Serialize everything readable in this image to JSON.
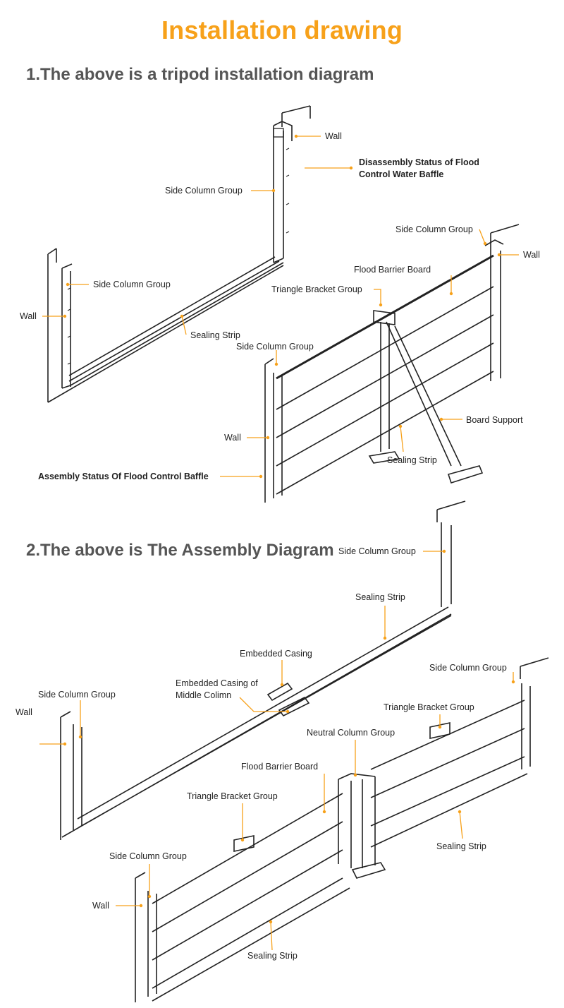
{
  "title": "Installation drawing",
  "sections": [
    {
      "heading": "1.The above is a tripod installation diagram"
    },
    {
      "heading": "2.The above is The Assembly Diagram"
    }
  ],
  "accent_color": "#f7a11a",
  "diagram1": {
    "labels": {
      "wall_top": "Wall",
      "disassembly_status": "Disassembly Status of Flood Control Water Baffle",
      "side_column_a": "Side Column Group",
      "side_column_b": "Side Column Group",
      "wall_left": "Wall",
      "sealing_strip_a": "Sealing Strip",
      "side_column_c": "Side Column Group",
      "wall_right": "Wall",
      "flood_barrier_board": "Flood Barrier Board",
      "triangle_bracket": "Triangle Bracket Group",
      "side_column_d": "Side Column Group",
      "board_support": "Board Support",
      "wall_bottom": "Wall",
      "sealing_strip_b": "Sealing Strip",
      "assembly_status": "Assembly Status Of Flood Control Baffle"
    }
  },
  "diagram2": {
    "labels": {
      "side_column_top": "Side Column Group",
      "sealing_strip_top": "Sealing Strip",
      "embedded_casing": "Embedded Casing",
      "embedded_casing_middle": "Embedded Casing of Middle Colimn",
      "side_column_left": "Side Column Group",
      "wall_left": "Wall",
      "side_column_right": "Side Column Group",
      "triangle_bracket_right": "Triangle Bracket Group",
      "neutral_column": "Neutral Column Group",
      "flood_barrier_board": "Flood Barrier Board",
      "triangle_bracket_left": "Triangle Bracket Group",
      "sealing_strip_right": "Sealing Strip",
      "side_column_bottom": "Side Column Group",
      "wall_bottom": "Wall",
      "sealing_strip_bottom": "Sealing Strip"
    }
  }
}
